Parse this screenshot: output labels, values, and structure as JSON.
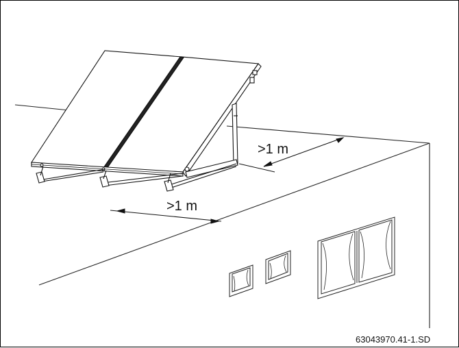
{
  "figure": {
    "dimension_labels": {
      "roof_edge_clearance": ">1 m",
      "front_edge_clearance": ">1 m"
    },
    "reference_code": "63043970.41-1.SD"
  }
}
